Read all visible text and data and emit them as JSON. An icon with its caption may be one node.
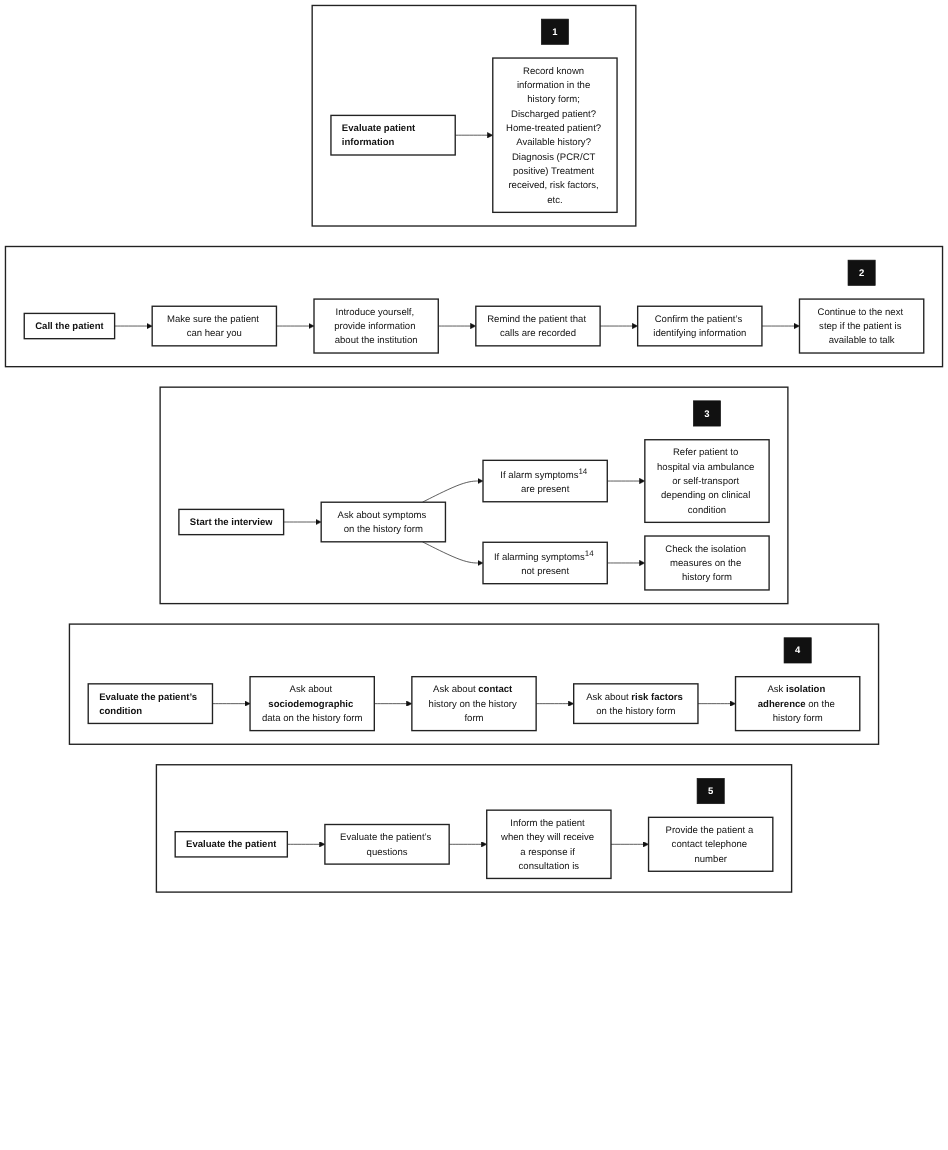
{
  "diagram": {
    "nodes": [
      {
        "text": [],
        "shape": "box"
      },
      {
        "text": [
          "1"
        ],
        "in": 0
      },
      {
        "text": [
          "Evaluate patient information"
        ],
        "in": 0
      },
      {
        "text": [
          "Record known information in the history form; Discharged patient? Home-treated patient? Available history? Diagnosis (PCR/CT positive) Treatment received, risk factors, etc."
        ],
        "in": 0
      },
      {
        "text": [],
        "shape": "box"
      },
      {
        "text": [
          "2"
        ],
        "in": 4
      },
      {
        "text": [
          "Call the patient"
        ],
        "in": 4
      },
      {
        "text": [
          "Make sure the patient can hear you"
        ],
        "in": 4
      },
      {
        "text": [
          "Introduce yourself, provide information about the institution"
        ],
        "in": 4
      },
      {
        "text": [
          "Remind the patient that calls are recorded"
        ],
        "in": 4
      },
      {
        "text": [
          "Confirm the patient’s identifying information"
        ],
        "in": 4
      },
      {
        "text": [
          "Continue to the next step if the patient is available to talk"
        ],
        "in": 4
      },
      {
        "text": [],
        "shape": "box"
      },
      {
        "text": [
          "3"
        ],
        "in": 12
      },
      {
        "text": [
          "Start the interview"
        ],
        "in": 12
      },
      {
        "text": [
          "Ask about symptoms on the history form"
        ],
        "in": 12
      },
      {
        "text": [
          "If alarm symptoms$^{14}$ are present"
        ],
        "in": 12
      },
      {
        "text": [
          "Refer patient to hospital via ambulance or self-transport depending on clinical condition"
        ],
        "in": 12
      },
      {
        "text": [
          "If alarming symptoms$^{14}$ not present"
        ],
        "in": 12
      },
      {
        "text": [
          "Check the isolation measures on the history form"
        ],
        "in": 12
      },
      {
        "text": [],
        "shape": "box"
      },
      {
        "text": [
          "4"
        ],
        "in": 20
      },
      {
        "text": [
          "Evaluate the patient’s condition"
        ],
        "in": 20
      },
      {
        "text": [
          "Ask about **sociodemographic** data on the history form"
        ],
        "in": 20
      },
      {
        "text": [
          "Ask about **contact** history on the history form"
        ],
        "in": 20
      },
      {
        "text": [
          "Ask about **risk factors** on the history form"
        ],
        "in": 20
      },
      {
        "text": [
          "Ask **isolation adherence** on the history form"
        ],
        "in": 20
      },
      {
        "text": [],
        "shape": "box"
      },
      {
        "text": [
          "5"
        ],
        "in": 27
      },
      {
        "text": [
          "Evaluate the patient"
        ],
        "in": 27
      },
      {
        "text": [
          "Evaluate the patient’s questions"
        ],
        "in": 27
      },
      {
        "text": [
          "Inform the patient when they will receive a response if consultation is"
        ],
        "in": 27
      },
      {
        "text": [
          "Provide the patient a contact telephone number"
        ],
        "in": 27
      }
    ],
    "edges": [
      {
        "from": 2,
        "to": 3,
        "arrow": "to"
      },
      {
        "from": 6,
        "to": 7,
        "arrow": "to"
      },
      {
        "from": 7,
        "to": 8,
        "arrow": "to"
      },
      {
        "from": 8,
        "to": 9,
        "arrow": "to"
      },
      {
        "from": 9,
        "to": 10,
        "arrow": "to"
      },
      {
        "from": 10,
        "to": 11,
        "arrow": "to"
      },
      {
        "from": 14,
        "to": 15,
        "arrow": "to"
      },
      {
        "from": 15,
        "to": 16,
        "arrow": "to"
      },
      {
        "from": 15,
        "to": 18,
        "arrow": "to"
      },
      {
        "from": 16,
        "to": 17,
        "arrow": "to"
      },
      {
        "from": 18,
        "to": 19,
        "arrow": "to"
      },
      {
        "from": 22,
        "to": 23,
        "arrow": "to"
      },
      {
        "from": 23,
        "to": 24,
        "arrow": "to"
      },
      {
        "from": 24,
        "to": 25,
        "arrow": "to"
      },
      {
        "from": 25,
        "to": 26,
        "arrow": "to"
      },
      {
        "from": 29,
        "to": 30,
        "arrow": "to"
      },
      {
        "from": 30,
        "to": 31,
        "arrow": "to"
      },
      {
        "from": 31,
        "to": 32,
        "arrow": "to"
      }
    ]
  }
}
